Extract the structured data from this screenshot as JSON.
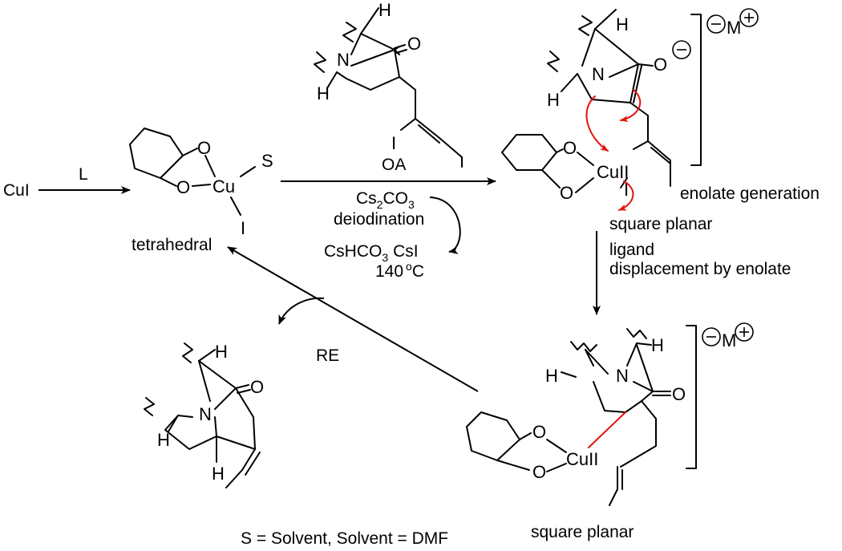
{
  "reactant": "CuI",
  "ligand": "L",
  "catalyst": {
    "ring_o_top": "O",
    "ring_o_bottom": "O",
    "metal": "Cu",
    "solvent_ligand": "S",
    "iodide": "I",
    "geometry": "tetrahedral"
  },
  "substrate": {
    "label": "OA",
    "h_top": "H",
    "h_left": "H",
    "nitrogen": "N",
    "carbonyl_o": "O",
    "iodo": "I"
  },
  "conditions": {
    "base_main": "Cs",
    "base_sub": "2",
    "base_tail": "CO",
    "base_sub2": "3",
    "process": "deiodination",
    "by1_main": "CsHCO",
    "by1_sub": "3",
    "by2": "CsI",
    "temp_value": "140",
    "temp_sup": "o",
    "temp_unit": "C"
  },
  "intermediate_top": {
    "h_top": "H",
    "h_left": "H",
    "nitrogen": "N",
    "enolate_o": "O",
    "o_minus": "⊖",
    "counter_minus": "⊖",
    "counter_cation": "M",
    "counter_plus": "⊕",
    "ring_o_top": "O",
    "ring_o_bottom": "O",
    "metal": "CuII",
    "iodide": "I",
    "step_label": "enolate generation",
    "geometry": "square planar"
  },
  "step_down": {
    "line1": "ligand",
    "line2": "displacement by enolate"
  },
  "intermediate_bottom": {
    "h_top": "H",
    "h_left": "H",
    "nitrogen": "N",
    "carbonyl_o": "O",
    "counter_minus": "⊖",
    "counter_cation": "M",
    "counter_plus": "⊕",
    "ring_o_top": "O",
    "ring_o_bottom": "O",
    "metal": "CuII",
    "geometry": "square planar"
  },
  "product": {
    "h_top": "H",
    "h_left": "H",
    "h_bottom": "H",
    "nitrogen": "N",
    "carbonyl_o": "O"
  },
  "step_re": "RE",
  "footnote": "S = Solvent, Solvent = DMF",
  "colors": {
    "ink": "#000000",
    "mechanism_arrow": "#e3120b"
  }
}
